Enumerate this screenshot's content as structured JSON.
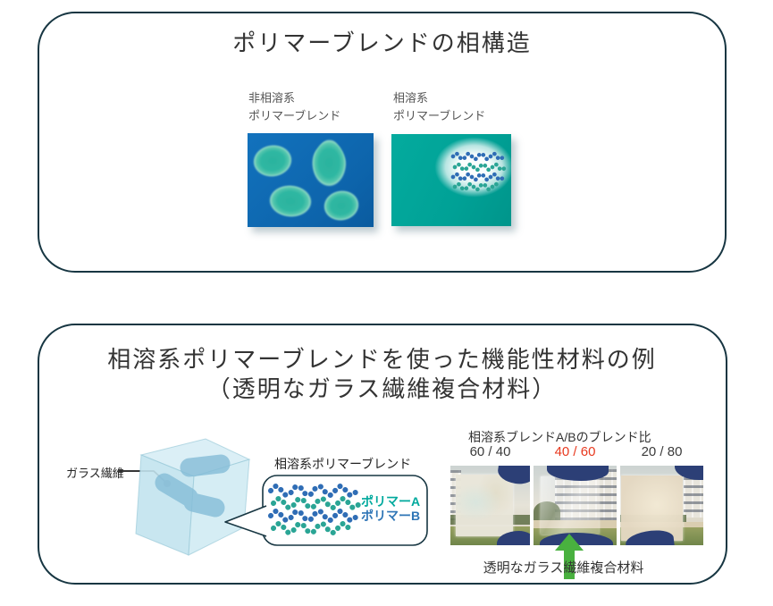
{
  "panel1": {
    "title": "ポリマーブレンドの相構造",
    "immiscible": {
      "line1": "非相溶系",
      "line2": "ポリマーブレンド"
    },
    "miscible": {
      "line1": "相溶系",
      "line2": "ポリマーブレンド"
    }
  },
  "panel2": {
    "title_line1": "相溶系ポリマーブレンドを使った機能性材料の例",
    "title_line2": "（透明なガラス繊維複合材料）",
    "glass_fiber_label": "ガラス繊維",
    "blend_label": "相溶系ポリマーブレンド",
    "polymer_a": "ポリマーA",
    "polymer_b": "ポリマーB",
    "ratio_title": "相溶系ブレンドA/Bのブレンド比",
    "ratios": [
      "60 / 40",
      "40 / 60",
      "20 / 80"
    ],
    "caption": "透明なガラス繊維複合材料"
  },
  "colors": {
    "panel_border": "#173642",
    "immiscible_bg": "#0e68b2",
    "blob_teal": "#2bb39e",
    "miscible_bg": "#00a79b",
    "chain_blue": "#2f6db5",
    "chain_teal": "#2aa595",
    "polymer_a_text": "#00a99d",
    "polymer_b_text": "#2e75b6",
    "ratio_highlight": "#e8391f",
    "arrow_green": "#49b13f",
    "glass_cube_blue": "#cfeaf3",
    "fiber_blue": "#85bdd8"
  }
}
